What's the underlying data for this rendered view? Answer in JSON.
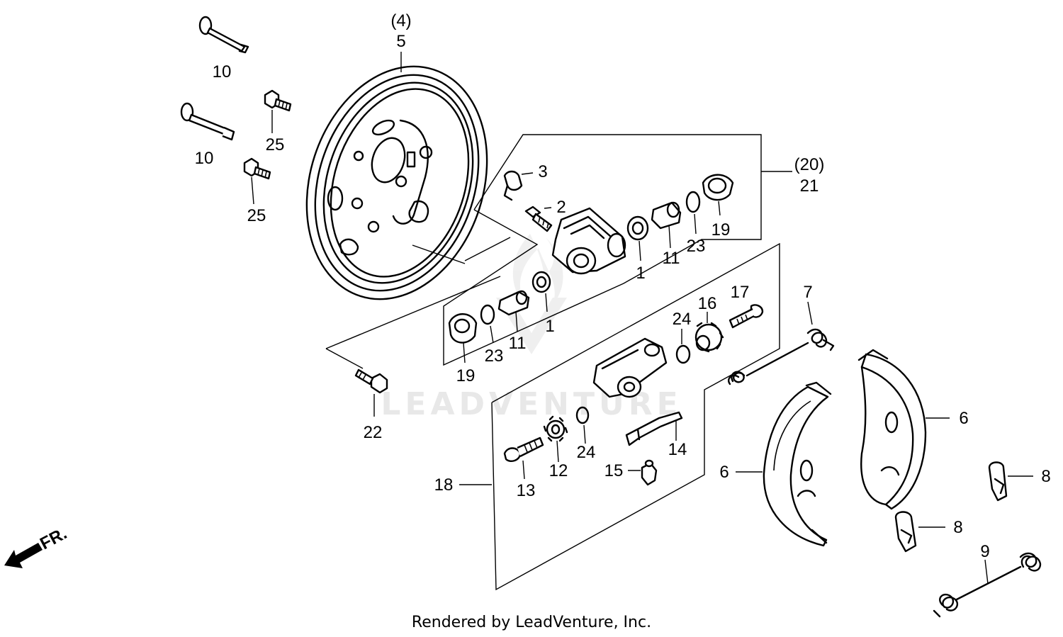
{
  "watermark": "LEADVENTURE",
  "direction_marker": {
    "label": "FR.",
    "icon": "front-direction-arrow-icon"
  },
  "footer": {
    "credit": "Rendered by LeadVenture, Inc."
  },
  "callouts": {
    "c1a": "1",
    "c1b": "1",
    "c2": "2",
    "c3": "3",
    "c4": "(4)",
    "c5": "5",
    "c6a": "6",
    "c6b": "6",
    "c7": "7",
    "c8a": "8",
    "c8b": "8",
    "c9": "9",
    "c10a": "10",
    "c10b": "10",
    "c11a": "11",
    "c11b": "11",
    "c12": "12",
    "c13": "13",
    "c14": "14",
    "c15": "15",
    "c16": "16",
    "c17": "17",
    "c18": "18",
    "c19a": "19",
    "c19b": "19",
    "c20": "(20)",
    "c21": "21",
    "c22": "22",
    "c23a": "23",
    "c23b": "23",
    "c24a": "24",
    "c24b": "24",
    "c25a": "25",
    "c25b": "25"
  }
}
